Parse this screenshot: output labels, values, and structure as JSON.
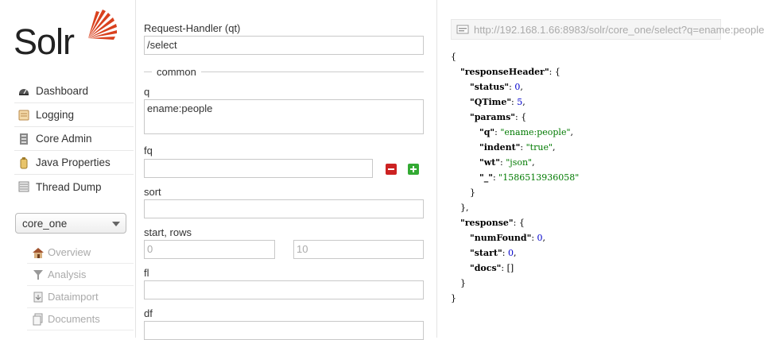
{
  "logo": {
    "text": "Solr"
  },
  "sidebar": {
    "items": [
      {
        "label": "Dashboard",
        "icon": "dashboard-icon"
      },
      {
        "label": "Logging",
        "icon": "logging-icon"
      },
      {
        "label": "Core Admin",
        "icon": "core-admin-icon"
      },
      {
        "label": "Java Properties",
        "icon": "java-properties-icon"
      },
      {
        "label": "Thread Dump",
        "icon": "thread-dump-icon"
      }
    ],
    "core_selector": {
      "value": "core_one"
    },
    "core_menu": [
      {
        "label": "Overview",
        "icon": "overview-icon"
      },
      {
        "label": "Analysis",
        "icon": "analysis-icon"
      },
      {
        "label": "Dataimport",
        "icon": "dataimport-icon"
      },
      {
        "label": "Documents",
        "icon": "documents-icon"
      }
    ]
  },
  "form": {
    "request_handler_label": "Request-Handler (qt)",
    "request_handler_value": "/select",
    "common_legend": "common",
    "q_label": "q",
    "q_value": "ename:people",
    "fq_label": "fq",
    "fq_value": "",
    "sort_label": "sort",
    "sort_value": "",
    "start_rows_label": "start, rows",
    "start_value": "0",
    "rows_value": "10",
    "fl_label": "fl",
    "fl_value": "",
    "df_label": "df",
    "df_value": ""
  },
  "response": {
    "url": "http://192.168.1.66:8983/solr/core_one/select?q=ename:people",
    "json_lines": [
      {
        "indent": 0,
        "pre": "{",
        "key": "",
        "sep": "",
        "val": "",
        "type": "",
        "post": ""
      },
      {
        "indent": 1,
        "pre": "",
        "key": "\"responseHeader\"",
        "sep": ": ",
        "val": "{",
        "type": "",
        "post": ""
      },
      {
        "indent": 2,
        "pre": "",
        "key": "\"status\"",
        "sep": ": ",
        "val": "0",
        "type": "n",
        "post": ","
      },
      {
        "indent": 2,
        "pre": "",
        "key": "\"QTime\"",
        "sep": ": ",
        "val": "5",
        "type": "n",
        "post": ","
      },
      {
        "indent": 2,
        "pre": "",
        "key": "\"params\"",
        "sep": ": ",
        "val": "{",
        "type": "",
        "post": ""
      },
      {
        "indent": 3,
        "pre": "",
        "key": "\"q\"",
        "sep": ": ",
        "val": "\"ename:people\"",
        "type": "s",
        "post": ","
      },
      {
        "indent": 3,
        "pre": "",
        "key": "\"indent\"",
        "sep": ": ",
        "val": "\"true\"",
        "type": "s",
        "post": ","
      },
      {
        "indent": 3,
        "pre": "",
        "key": "\"wt\"",
        "sep": ": ",
        "val": "\"json\"",
        "type": "s",
        "post": ","
      },
      {
        "indent": 3,
        "pre": "",
        "key": "\"_\"",
        "sep": ": ",
        "val": "\"1586513936058\"",
        "type": "s",
        "post": ""
      },
      {
        "indent": 2,
        "pre": "}",
        "key": "",
        "sep": "",
        "val": "",
        "type": "",
        "post": ""
      },
      {
        "indent": 1,
        "pre": "},",
        "key": "",
        "sep": "",
        "val": "",
        "type": "",
        "post": ""
      },
      {
        "indent": 1,
        "pre": "",
        "key": "\"response\"",
        "sep": ": ",
        "val": "{",
        "type": "",
        "post": ""
      },
      {
        "indent": 2,
        "pre": "",
        "key": "\"numFound\"",
        "sep": ": ",
        "val": "0",
        "type": "n",
        "post": ","
      },
      {
        "indent": 2,
        "pre": "",
        "key": "\"start\"",
        "sep": ": ",
        "val": "0",
        "type": "n",
        "post": ","
      },
      {
        "indent": 2,
        "pre": "",
        "key": "\"docs\"",
        "sep": ": ",
        "val": "[]",
        "type": "",
        "post": ""
      },
      {
        "indent": 1,
        "pre": "}",
        "key": "",
        "sep": "",
        "val": "",
        "type": "",
        "post": ""
      },
      {
        "indent": 0,
        "pre": "}",
        "key": "",
        "sep": "",
        "val": "",
        "type": "",
        "post": ""
      }
    ]
  },
  "colors": {
    "logo_red": "#d9411e",
    "json_number": "#0000cc",
    "json_string": "#007a00",
    "remove_button": "#cc2222",
    "add_button": "#33aa33"
  }
}
